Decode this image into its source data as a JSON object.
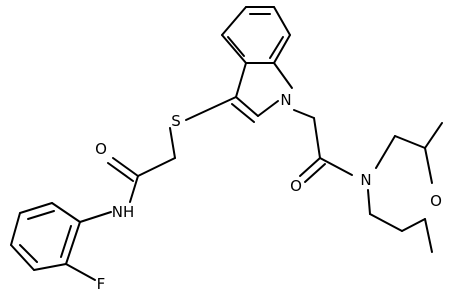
{
  "atoms": {
    "sulfur": "S",
    "indole_nitrogen": "N",
    "carbonyl_oxygen_amide": "O",
    "amide_nitrogen": "NH",
    "fluorine": "F",
    "carbonyl_oxygen_ketone": "O",
    "morpholine_nitrogen": "N",
    "morpholine_oxygen": "O"
  },
  "colors": {
    "bond": "#000000",
    "label": "#000000",
    "background": "#ffffff"
  }
}
